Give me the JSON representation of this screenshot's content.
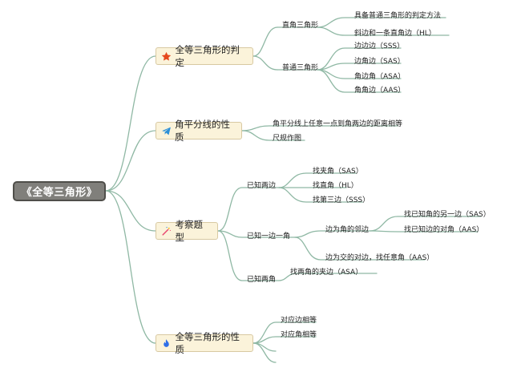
{
  "root": {
    "label": "《全等三角形》"
  },
  "branches": [
    {
      "label": "全等三角形的判定",
      "icon": "star-icon",
      "children": [
        {
          "label": "直角三角形",
          "children": [
            "具备普通三角形的判定方法",
            "斜边和一条直角边（HL）"
          ]
        },
        {
          "label": "普通三角形",
          "children": [
            "边边边（SSS）",
            "边角边（SAS）",
            "角边角（ASA）",
            "角角边（AAS）"
          ]
        }
      ]
    },
    {
      "label": "角平分线的性质",
      "icon": "paper-plane-icon",
      "children": [
        "角平分线上任意一点到角两边的距离相等",
        "尺规作图"
      ]
    },
    {
      "label": "考察题型",
      "icon": "magic-wand-icon",
      "children": [
        {
          "label": "已知两边",
          "children": [
            "找夹角（SAS）",
            "找直角（HL）",
            "找第三边（SSS）"
          ]
        },
        {
          "label": "已知一边一角",
          "children": [
            {
              "label": "边为角的邻边",
              "children": [
                "找已知角的另一边（SAS）",
                "找已知边的对角（AAS）"
              ]
            },
            "边为交的对边，找任意角（AAS）"
          ]
        },
        {
          "label": "已知两角",
          "children": [
            "找两角的夹边（ASA）"
          ]
        }
      ]
    },
    {
      "label": "全等三角形的性质",
      "icon": "fire-icon",
      "children": [
        "对应边相等",
        "对应角相等"
      ]
    }
  ],
  "colors": {
    "connector": "#8fb8a4",
    "topic_fill": "#fbf3da",
    "topic_border": "#d8c9a2",
    "root_fill": "#807f7b",
    "star": "#e5481e",
    "paper_plane": "#2b8fd8",
    "wand_pink": "#e8456e",
    "fire": "#2f6fe8"
  }
}
